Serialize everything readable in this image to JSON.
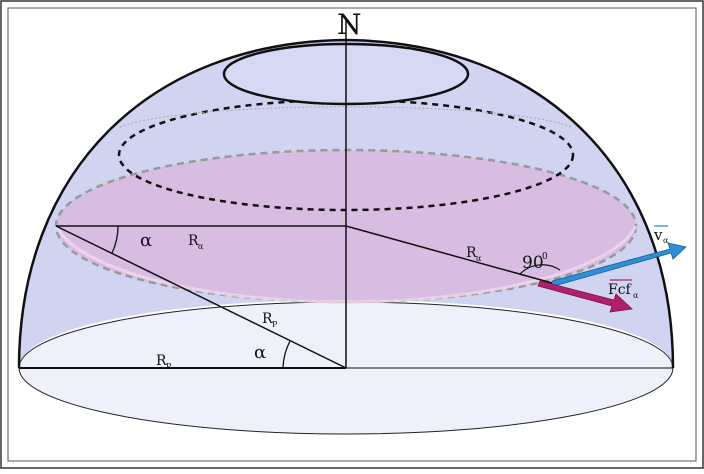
{
  "labels": {
    "north": "N",
    "alpha_top": "α",
    "alpha_bottom": "α",
    "ra_top": "R",
    "ra_top_sub": "α",
    "ra_mid": "R",
    "ra_mid_sub": "α",
    "rp_diag": "R",
    "rp_diag_sub": "P",
    "rp_bottom": "R",
    "rp_bottom_sub": "P",
    "angle_90": "90",
    "angle_90_sup": "0",
    "velocity": "v",
    "velocity_sub": "α",
    "force": "Fcf",
    "force_sub": "α"
  },
  "colors": {
    "dome_fill": "#c9cdef",
    "base_fill": "#eef1fa",
    "latitude_disk": "#d9b6de",
    "velocity_arrow": "#2e8fd6",
    "force_arrow": "#b0206a",
    "outline": "#111111"
  }
}
